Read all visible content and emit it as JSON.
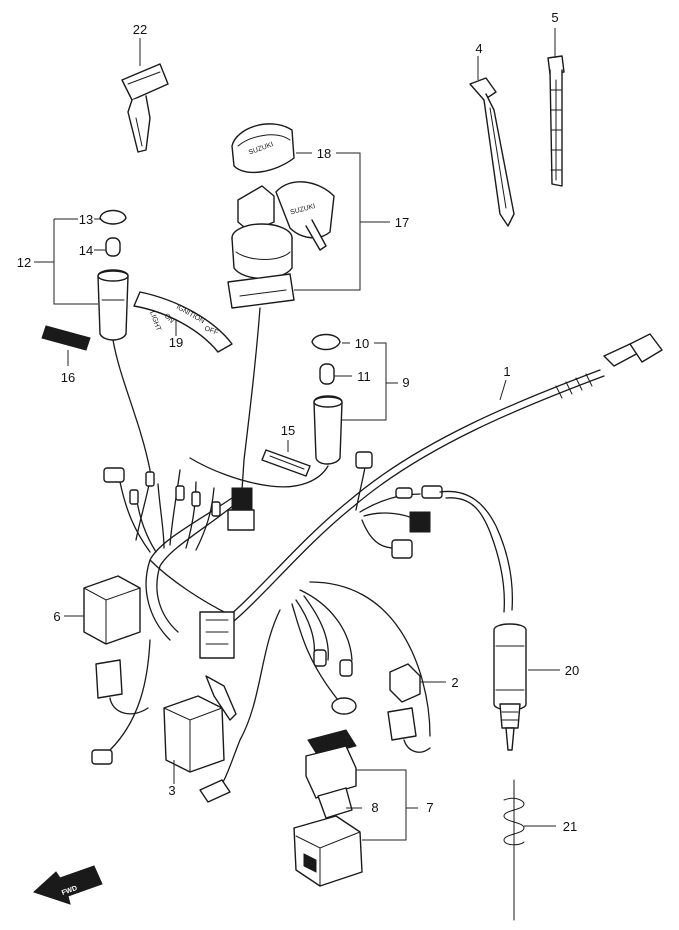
{
  "callouts": [
    {
      "id": "1",
      "label": "1"
    },
    {
      "id": "2",
      "label": "2"
    },
    {
      "id": "3",
      "label": "3"
    },
    {
      "id": "4",
      "label": "4"
    },
    {
      "id": "5",
      "label": "5"
    },
    {
      "id": "6",
      "label": "6"
    },
    {
      "id": "7",
      "label": "7"
    },
    {
      "id": "8",
      "label": "8"
    },
    {
      "id": "9",
      "label": "9"
    },
    {
      "id": "10",
      "label": "10"
    },
    {
      "id": "11",
      "label": "11"
    },
    {
      "id": "12",
      "label": "12"
    },
    {
      "id": "13",
      "label": "13"
    },
    {
      "id": "14",
      "label": "14"
    },
    {
      "id": "15",
      "label": "15"
    },
    {
      "id": "16",
      "label": "16"
    },
    {
      "id": "17",
      "label": "17"
    },
    {
      "id": "18",
      "label": "18"
    },
    {
      "id": "19",
      "label": "19"
    },
    {
      "id": "20",
      "label": "20"
    },
    {
      "id": "21",
      "label": "21"
    },
    {
      "id": "22",
      "label": "22"
    }
  ],
  "ignition_decal": {
    "off": "OFF",
    "ignition": "IGNITION",
    "on": "ON",
    "light": "LIGHT"
  },
  "key_brand": "SUZUKI",
  "fwd_arrow": "FWD"
}
